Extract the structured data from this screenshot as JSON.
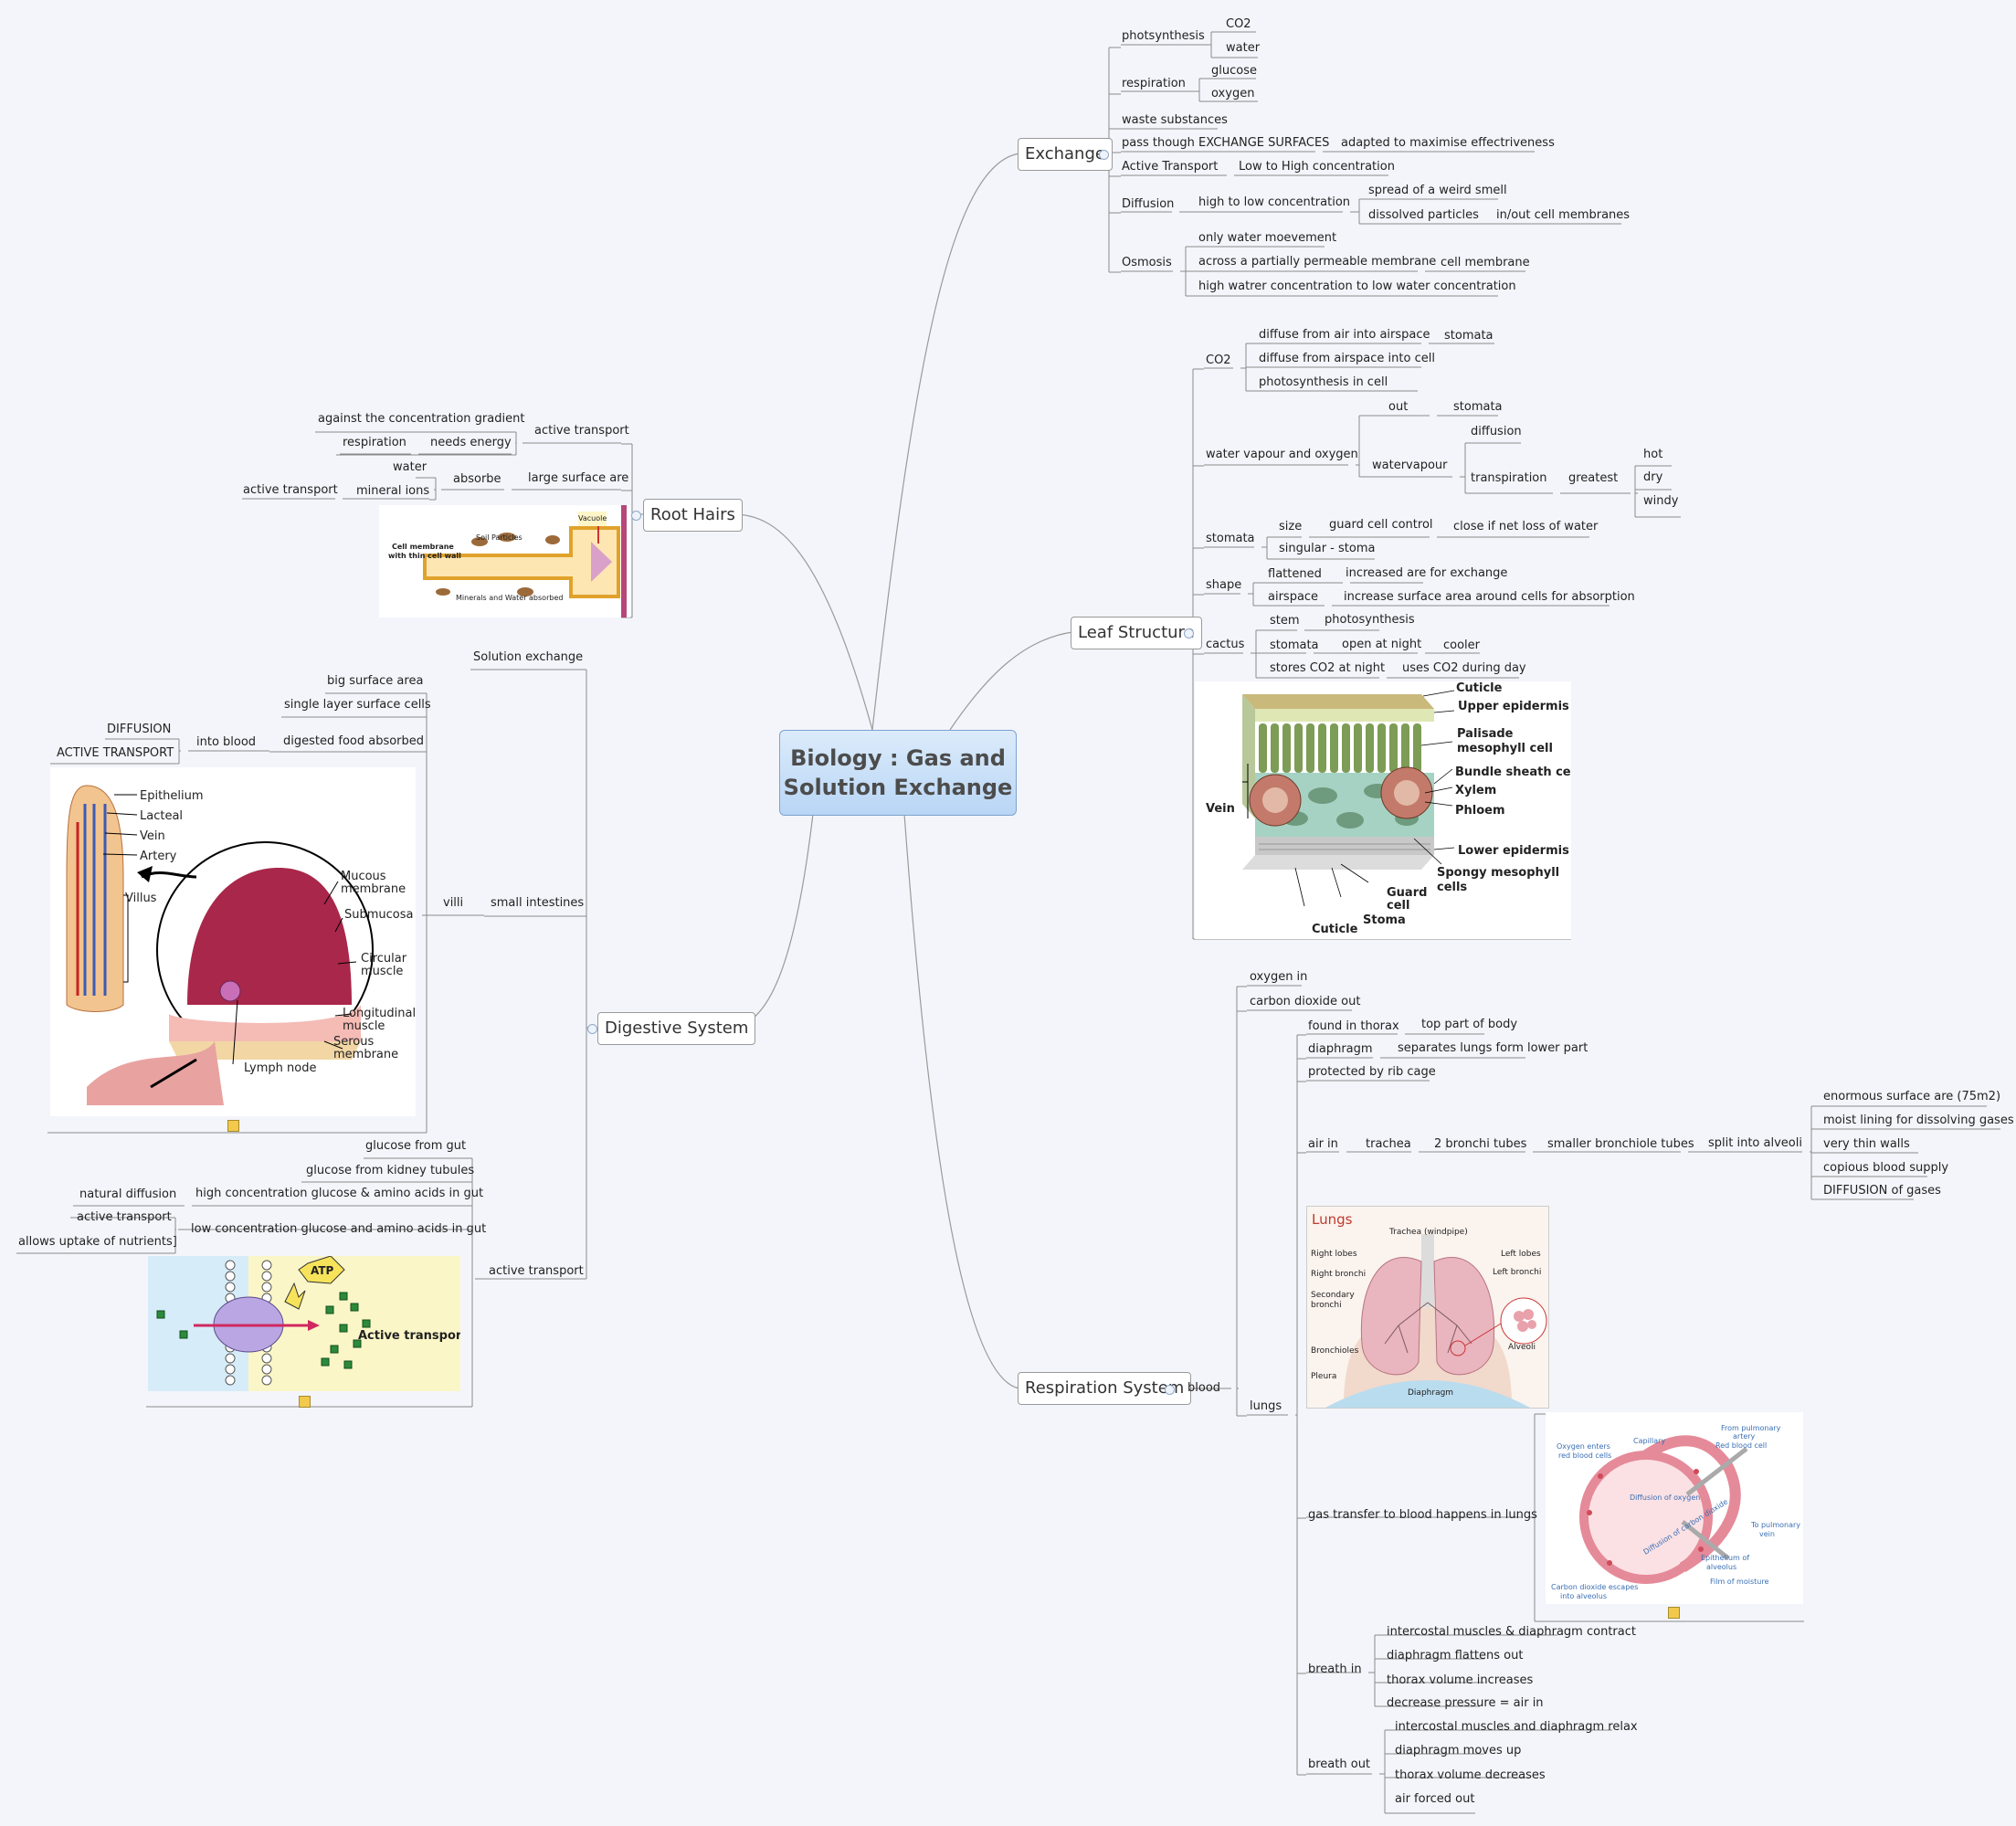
{
  "title": "Biology : Gas and Solution Exchange",
  "branches": {
    "exchange": "Exchange",
    "leaf": "Leaf Structure",
    "respiration": "Respiration System",
    "root": "Root Hairs",
    "digestive": "Digestive System"
  },
  "exchange": {
    "photosynthesis": "photsynthesis",
    "co2": "CO2",
    "water": "water",
    "respiration": "respiration",
    "glucose": "glucose",
    "oxygen": "oxygen",
    "waste": "waste substances",
    "pass": "pass though EXCHANGE SURFACES",
    "adapted": "adapted to maximise effectriveness",
    "active": "Active Transport",
    "lowhigh": "Low to High concentration",
    "diffusion": "Diffusion",
    "highlow": "high to low concentration",
    "smell": "spread of a weird smell",
    "dissolved": "dissolved particles",
    "inout": "in/out cell membranes",
    "osmosis": "Osmosis",
    "onlywater": "only water moevement",
    "across": "across a partially permeable membrane",
    "cellmem": "cell membrane",
    "highwater": "high watrer concentration to low water concentration"
  },
  "leaf": {
    "co2": "CO2",
    "d1": "diffuse from air into airspace",
    "stomata1": "stomata",
    "d2": "diffuse from airspace into cell",
    "d3": "photosynthesis in cell",
    "wvo": "water vapour and oxygen",
    "out": "out",
    "stomata2": "stomata",
    "wv": "watervapour",
    "diffusion": "diffusion",
    "transpiration": "transpiration",
    "greatest": "greatest",
    "hot": "hot",
    "dry": "dry",
    "windy": "windy",
    "stomata3": "stomata",
    "size": "size",
    "guard": "guard cell control",
    "close": "close if net loss of water",
    "singular": "singular - stoma",
    "shape": "shape",
    "flattened": "flattened",
    "increased": "increased are for exchange",
    "airspace": "airspace",
    "increase": "increase surface area around cells for absorption",
    "cactus": "cactus",
    "stem": "stem",
    "photo": "photosynthesis",
    "stomata4": "stomata",
    "opennight": "open at night",
    "cooler": "cooler",
    "stores": "stores CO2 at night",
    "uses": "uses CO2 during day"
  },
  "leaf_fig": {
    "cuticle": "Cuticle",
    "upper": "Upper epidermis",
    "palisade": "Palisade",
    "mesophyll": "mesophyll cell",
    "bundle": "Bundle sheath cell",
    "xylem": "Xylem",
    "phloem": "Phloem",
    "lower": "Lower epidermis",
    "spongy": "Spongy mesophyll",
    "cells": "cells",
    "guard": "Guard",
    "cell": "cell",
    "stoma": "Stoma",
    "cuticle2": "Cuticle",
    "vein": "Vein"
  },
  "resp": {
    "blood": "blood",
    "oxygenin": "oxygen in",
    "co2out": "carbon dioxide out",
    "thorax": "found in thorax",
    "top": "top part of body",
    "diaphragm": "diaphragm",
    "separates": "separates lungs form lower part",
    "rib": "protected by rib cage",
    "airin": "air in",
    "trachea": "trachea",
    "bronchi": "2 bronchi tubes",
    "bronchiole": "smaller bronchiole tubes",
    "alveoli": "split into alveoli",
    "a1": "enormous surface are (75m2)",
    "a2": "moist lining for dissolving gases",
    "a3": "very thin walls",
    "a4": "copious blood supply",
    "a5": "DIFFUSION of gases",
    "lungs": "lungs",
    "gas": "gas transfer to blood happens in lungs",
    "breathin": "breath in",
    "bi1": "intercostal muscles & diaphragm contract",
    "bi2": "diaphragm flattens out",
    "bi3": "thorax volume increases",
    "bi4": "decrease pressure = air in",
    "breathout": "breath out",
    "bo1": "intercostal muscles and diaphragm relax",
    "bo2": "diaphragm moves up",
    "bo3": "thorax volume decreases",
    "bo4": "air forced out"
  },
  "lungs_fig": {
    "title": "Lungs",
    "trachea": "Trachea (windpipe)",
    "rlobes": "Right lobes",
    "llobes": "Left lobes",
    "rbronchi": "Right bronchi",
    "lbronchi": "Left bronchi",
    "secondary": "Secondary",
    "bronchi": "bronchi",
    "bronchioles": "Bronchioles",
    "alveoli": "Alveoli",
    "pleura": "Pleura",
    "diaphragm": "Diaphragm"
  },
  "alv_fig": {
    "capillary": "Capillary",
    "frompa": "From pulmonary",
    "artery": "artery",
    "rbc": "Red blood cell",
    "oxyenters": "Oxygen enters",
    "rbc2": "red blood cells",
    "diffox": "Diffusion of oxygen",
    "diffco2": "Diffusion of carbon dioxide",
    "topv": "To pulmonary",
    "vein": "vein",
    "epi": "Epithelium of",
    "alveolus": "alveolus",
    "film": "Film of moisture",
    "co2esc": "Carbon dioxide escapes",
    "intoalv": "into alveolus"
  },
  "root": {
    "against": "against the concentration gradient",
    "active": "active transport",
    "respiration": "respiration",
    "energy": "needs energy",
    "water": "water",
    "absorbe": "absorbe",
    "large": "large surface are",
    "active2": "active transport",
    "mineral": "mineral ions"
  },
  "root_fig": {
    "vacuole": "Vacuole",
    "soil": "Soil Particles",
    "membrane": "Cell membrane",
    "thin": "with thin cell wall",
    "minerals": "Minerals and Water absorbed"
  },
  "dig": {
    "solution": "Solution exchange",
    "big": "big surface area",
    "single": "single layer surface cells",
    "diffusion": "DIFFUSION",
    "intoblood": "into blood",
    "digested": "digested food absorbed",
    "activet": "ACTIVE TRANSPORT",
    "villi": "villi",
    "small": "small intestines",
    "gfromgut": "glucose from gut",
    "gkidney": "glucose from kidney tubules",
    "natural": "natural diffusion",
    "highconc": "high concentration glucose & amino acids in gut",
    "active": "active transport",
    "lowconc": "low concentration glucose and amino acids in gut",
    "allows": "allows uptake of nutrients]",
    "activebranch": "active transport"
  },
  "villi_fig": {
    "epithelium": "Epithelium",
    "lacteal": "Lacteal",
    "vein": "Vein",
    "artery": "Artery",
    "villus": "Villus",
    "mucous": "Mucous",
    "membrane": "membrane",
    "submucosa": "Submucosa",
    "circular": "Circular",
    "muscle": "muscle",
    "longitudinal": "Longitudinal",
    "muscle2": "muscle",
    "serous": "Serous",
    "membrane2": "membrane",
    "lymph": "Lymph node"
  },
  "at_fig": {
    "atp": "ATP",
    "label": "Active transport"
  }
}
